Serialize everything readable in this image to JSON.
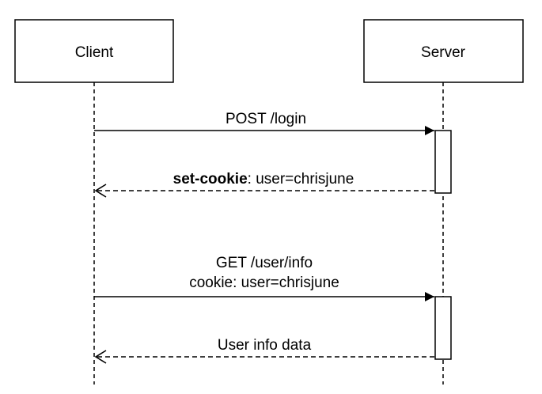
{
  "participants": {
    "client": {
      "label": "Client"
    },
    "server": {
      "label": "Server"
    }
  },
  "messages": [
    {
      "direction": "request",
      "style": "solid",
      "lines": [
        "POST /login"
      ]
    },
    {
      "direction": "response",
      "style": "dashed",
      "bold_part": "set-cookie",
      "rest": ": user=chrisjune"
    },
    {
      "direction": "request",
      "style": "solid",
      "lines": [
        "GET /user/info",
        "cookie: user=chrisjune"
      ]
    },
    {
      "direction": "response",
      "style": "dashed",
      "lines": [
        "User info data"
      ]
    }
  ],
  "colors": {
    "stroke": "#000000",
    "background": "#ffffff"
  }
}
